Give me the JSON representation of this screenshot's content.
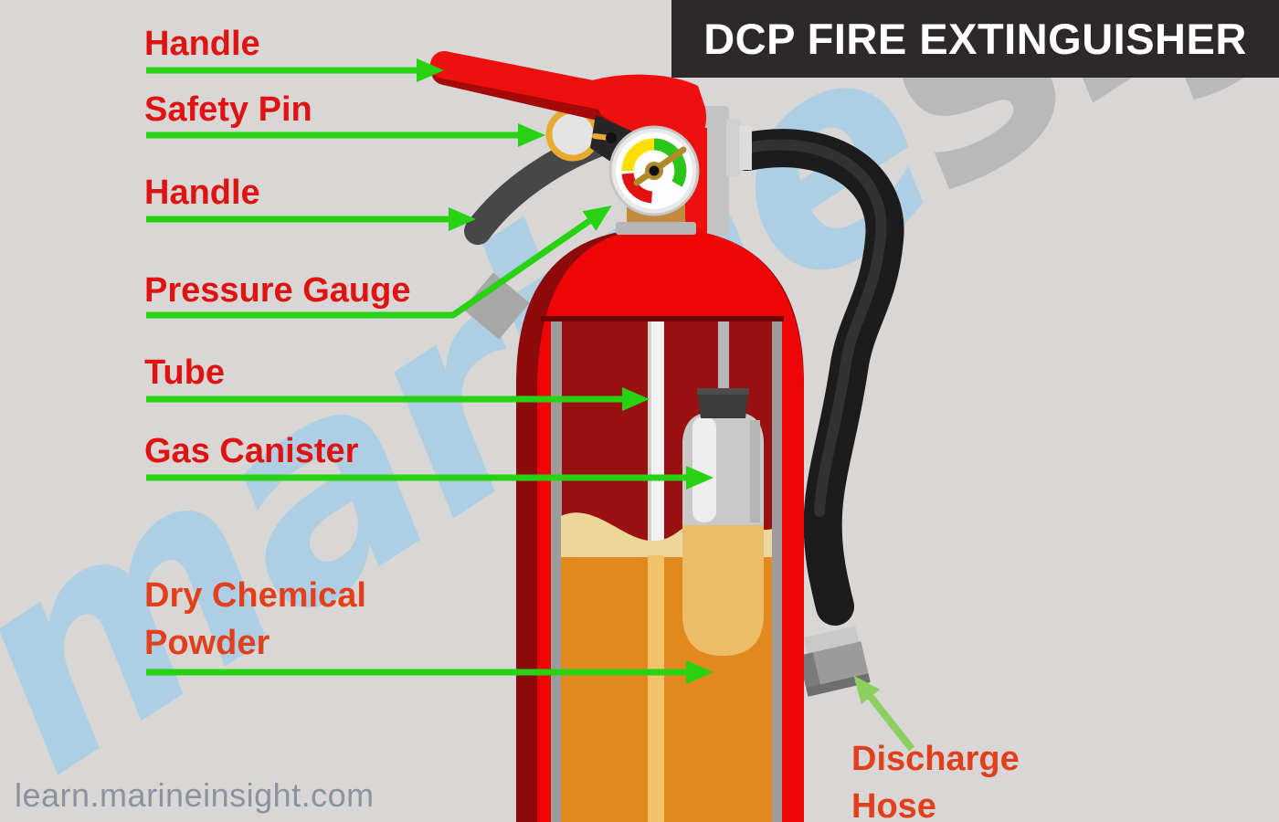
{
  "title_banner": {
    "text": "DCP FIRE EXTINGUISHER",
    "bg_color": "#2d292a",
    "text_color": "#ffffff"
  },
  "labels": {
    "handle_top": "Handle",
    "safety_pin": "Safety Pin",
    "handle_lower": "Handle",
    "pressure_gauge": "Pressure Gauge",
    "tube": "Tube",
    "gas_canister": "Gas Canister",
    "dry_chemical_powder": "Dry Chemical\nPowder",
    "discharge_hose": "Discharge\nHose"
  },
  "label_colors": {
    "primary_red": "#e01313",
    "orange_red": "#e2401c"
  },
  "arrows": {
    "color_main": "#26d211",
    "color_discharge": "#8ccf5f"
  },
  "watermark": {
    "part1": "marine",
    "part2": "sight",
    "part1_color": "#aecfe3",
    "part2_color": "#b9b9b9"
  },
  "footer": {
    "url": "learn.marineinsight.com",
    "color": "#8b929e"
  },
  "diagram": {
    "subject": "DCP fire extinguisher cutaway",
    "parts": [
      "Handle",
      "Safety Pin",
      "Handle",
      "Pressure Gauge",
      "Tube",
      "Gas Canister",
      "Dry Chemical Powder",
      "Discharge Hose"
    ],
    "gauge": {
      "zones": [
        "yellow",
        "green",
        "red"
      ],
      "zone_colors": {
        "yellow": "#ffdf00",
        "green": "#2bc418",
        "red": "#e01212"
      },
      "needle_position": "green-zone",
      "needle_color": "#b08a28"
    },
    "colors": {
      "background": "#d8d7d5",
      "cylinder_red": "#ee0606",
      "cylinder_shadow": "#8c0a0a",
      "interior_dark_red": "#9a0f0f",
      "powder_orange": "#e2891d",
      "powder_pale_top": "#edd69a",
      "canister_gray": "#c9c9c9",
      "hose_black": "#1d1c1c",
      "safety_pin_gold": "#e7ab32"
    }
  }
}
